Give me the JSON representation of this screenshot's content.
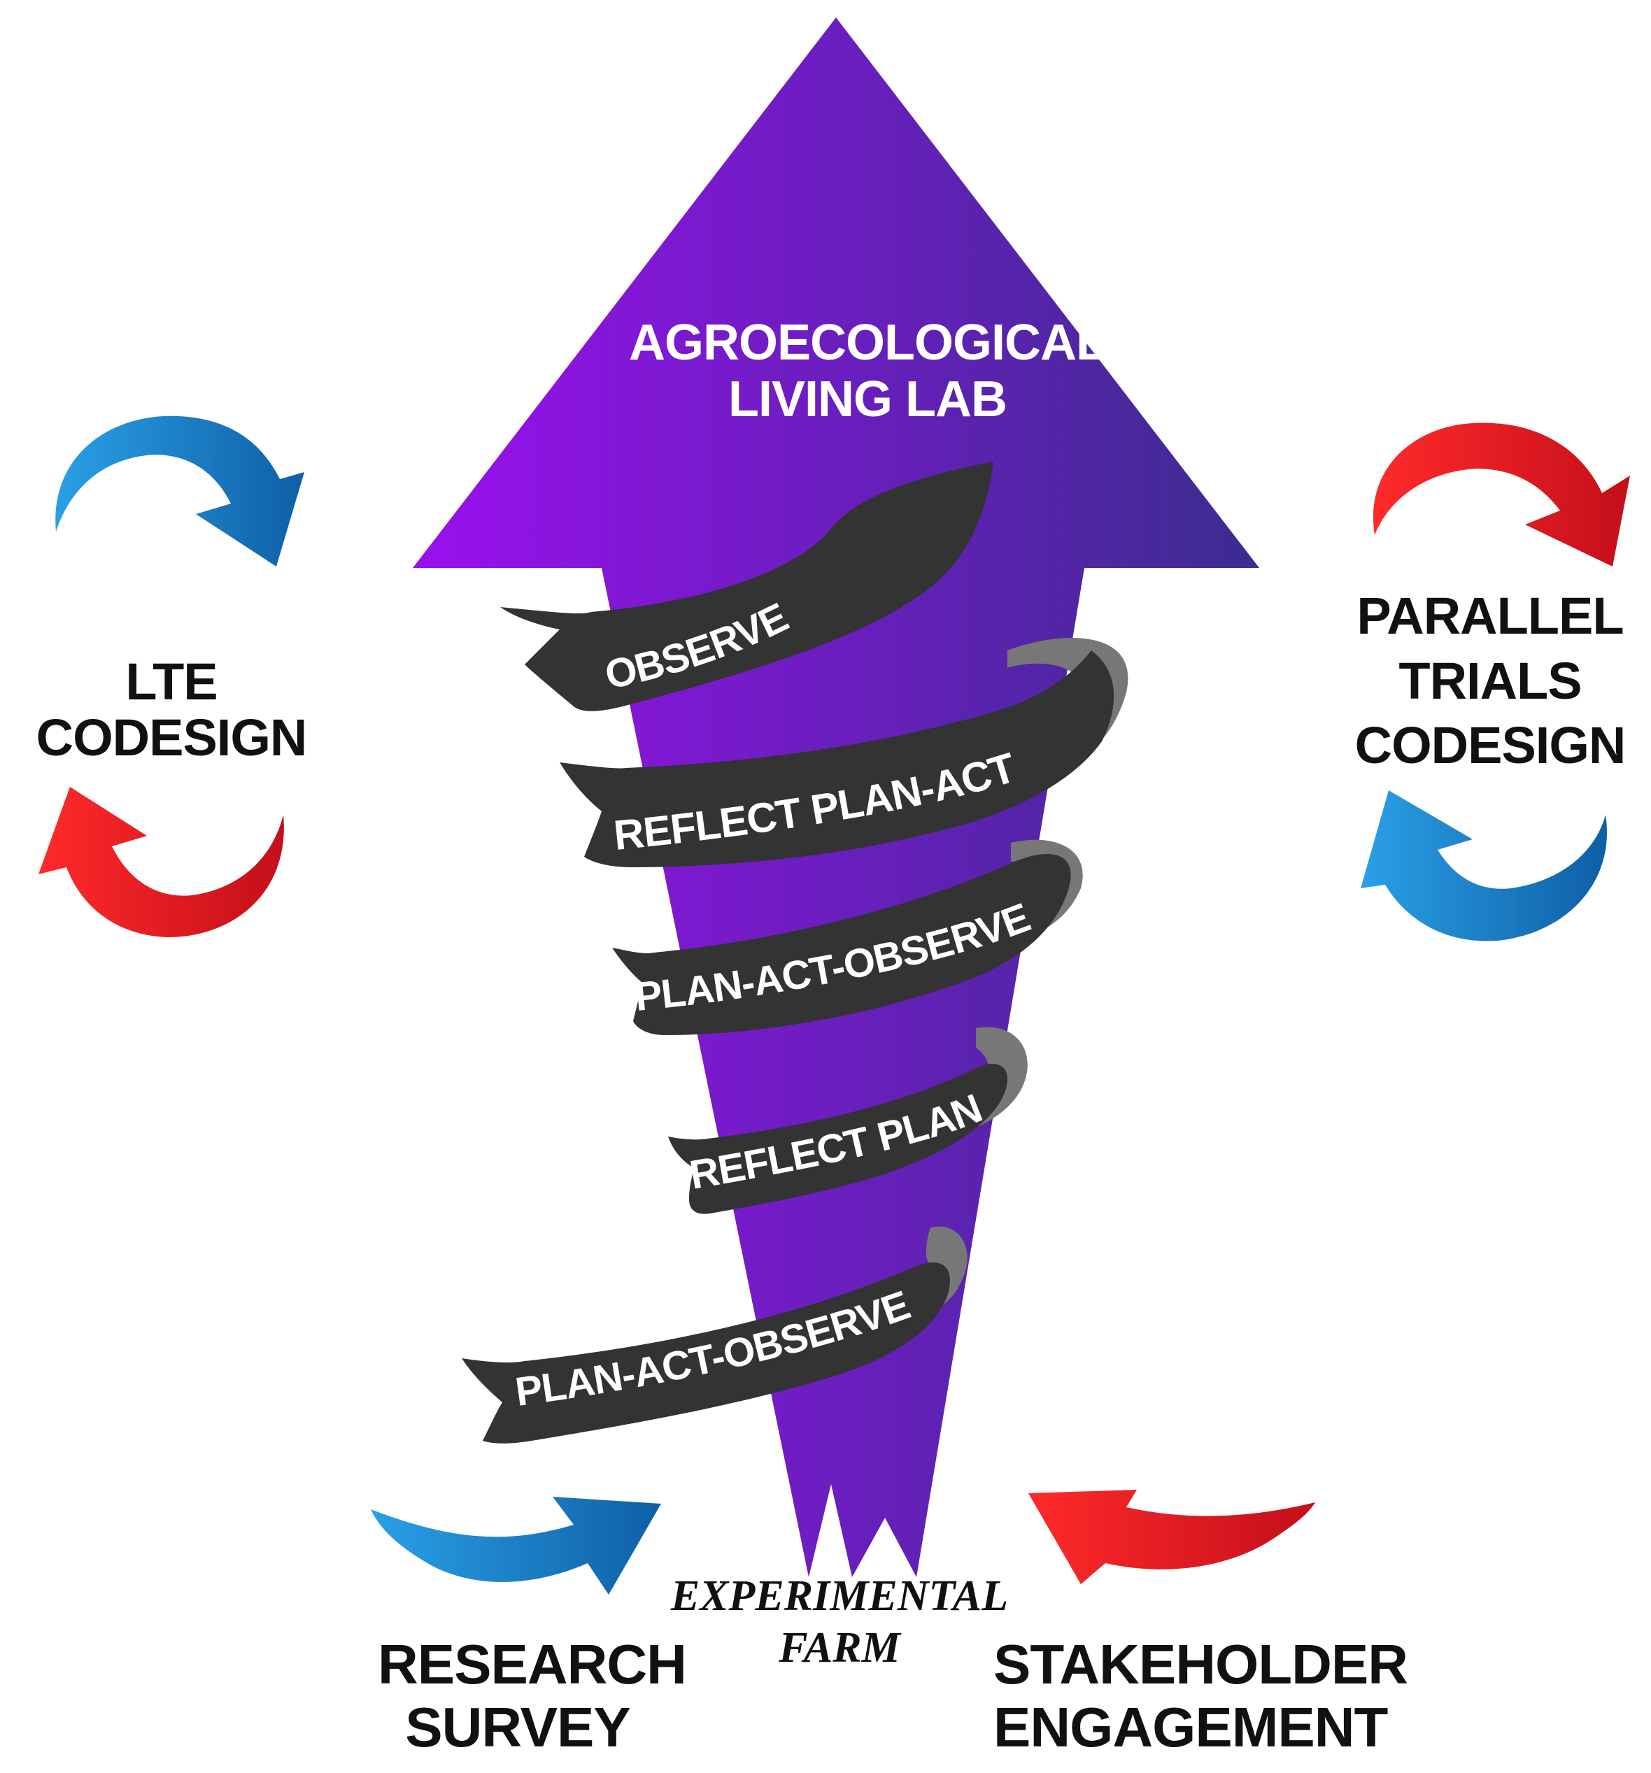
{
  "colors": {
    "arrow_gradient_start": "#9a10ee",
    "arrow_gradient_end": "#3b2c8f",
    "ribbon": "#333333",
    "ribbon_back": "#777777",
    "blue_arrow": "#1a78c2",
    "red_arrow": "#e3141e",
    "label_text": "#111111"
  },
  "main_arrow": {
    "title_line1": "AGROECOLOGICAL",
    "title_line2": "LIVING LAB"
  },
  "spiral_steps": [
    {
      "label": "OBSERVE"
    },
    {
      "label": "REFLECT PLAN-ACT"
    },
    {
      "label": "PLAN-ACT-OBSERVE"
    },
    {
      "label": "REFLECT PLAN"
    },
    {
      "label": "PLAN-ACT-OBSERVE"
    }
  ],
  "left_cycle": {
    "label": "LTE CODESIGN",
    "top_arrow_icon": "curved-arrow-blue",
    "bottom_arrow_icon": "curved-arrow-red"
  },
  "right_cycle": {
    "label_line1": "PARALLEL",
    "label_line2": "TRIALS",
    "label_line3": "CODESIGN",
    "top_arrow_icon": "curved-arrow-red",
    "bottom_arrow_icon": "curved-arrow-blue"
  },
  "bottom": {
    "farm_line1": "EXPERIMENTAL",
    "farm_line2": "FARM",
    "research_line1": "RESEARCH",
    "research_line2": "SURVEY",
    "stakeholder_line1": "STAKEHOLDER",
    "stakeholder_line2": "ENGAGEMENT"
  }
}
